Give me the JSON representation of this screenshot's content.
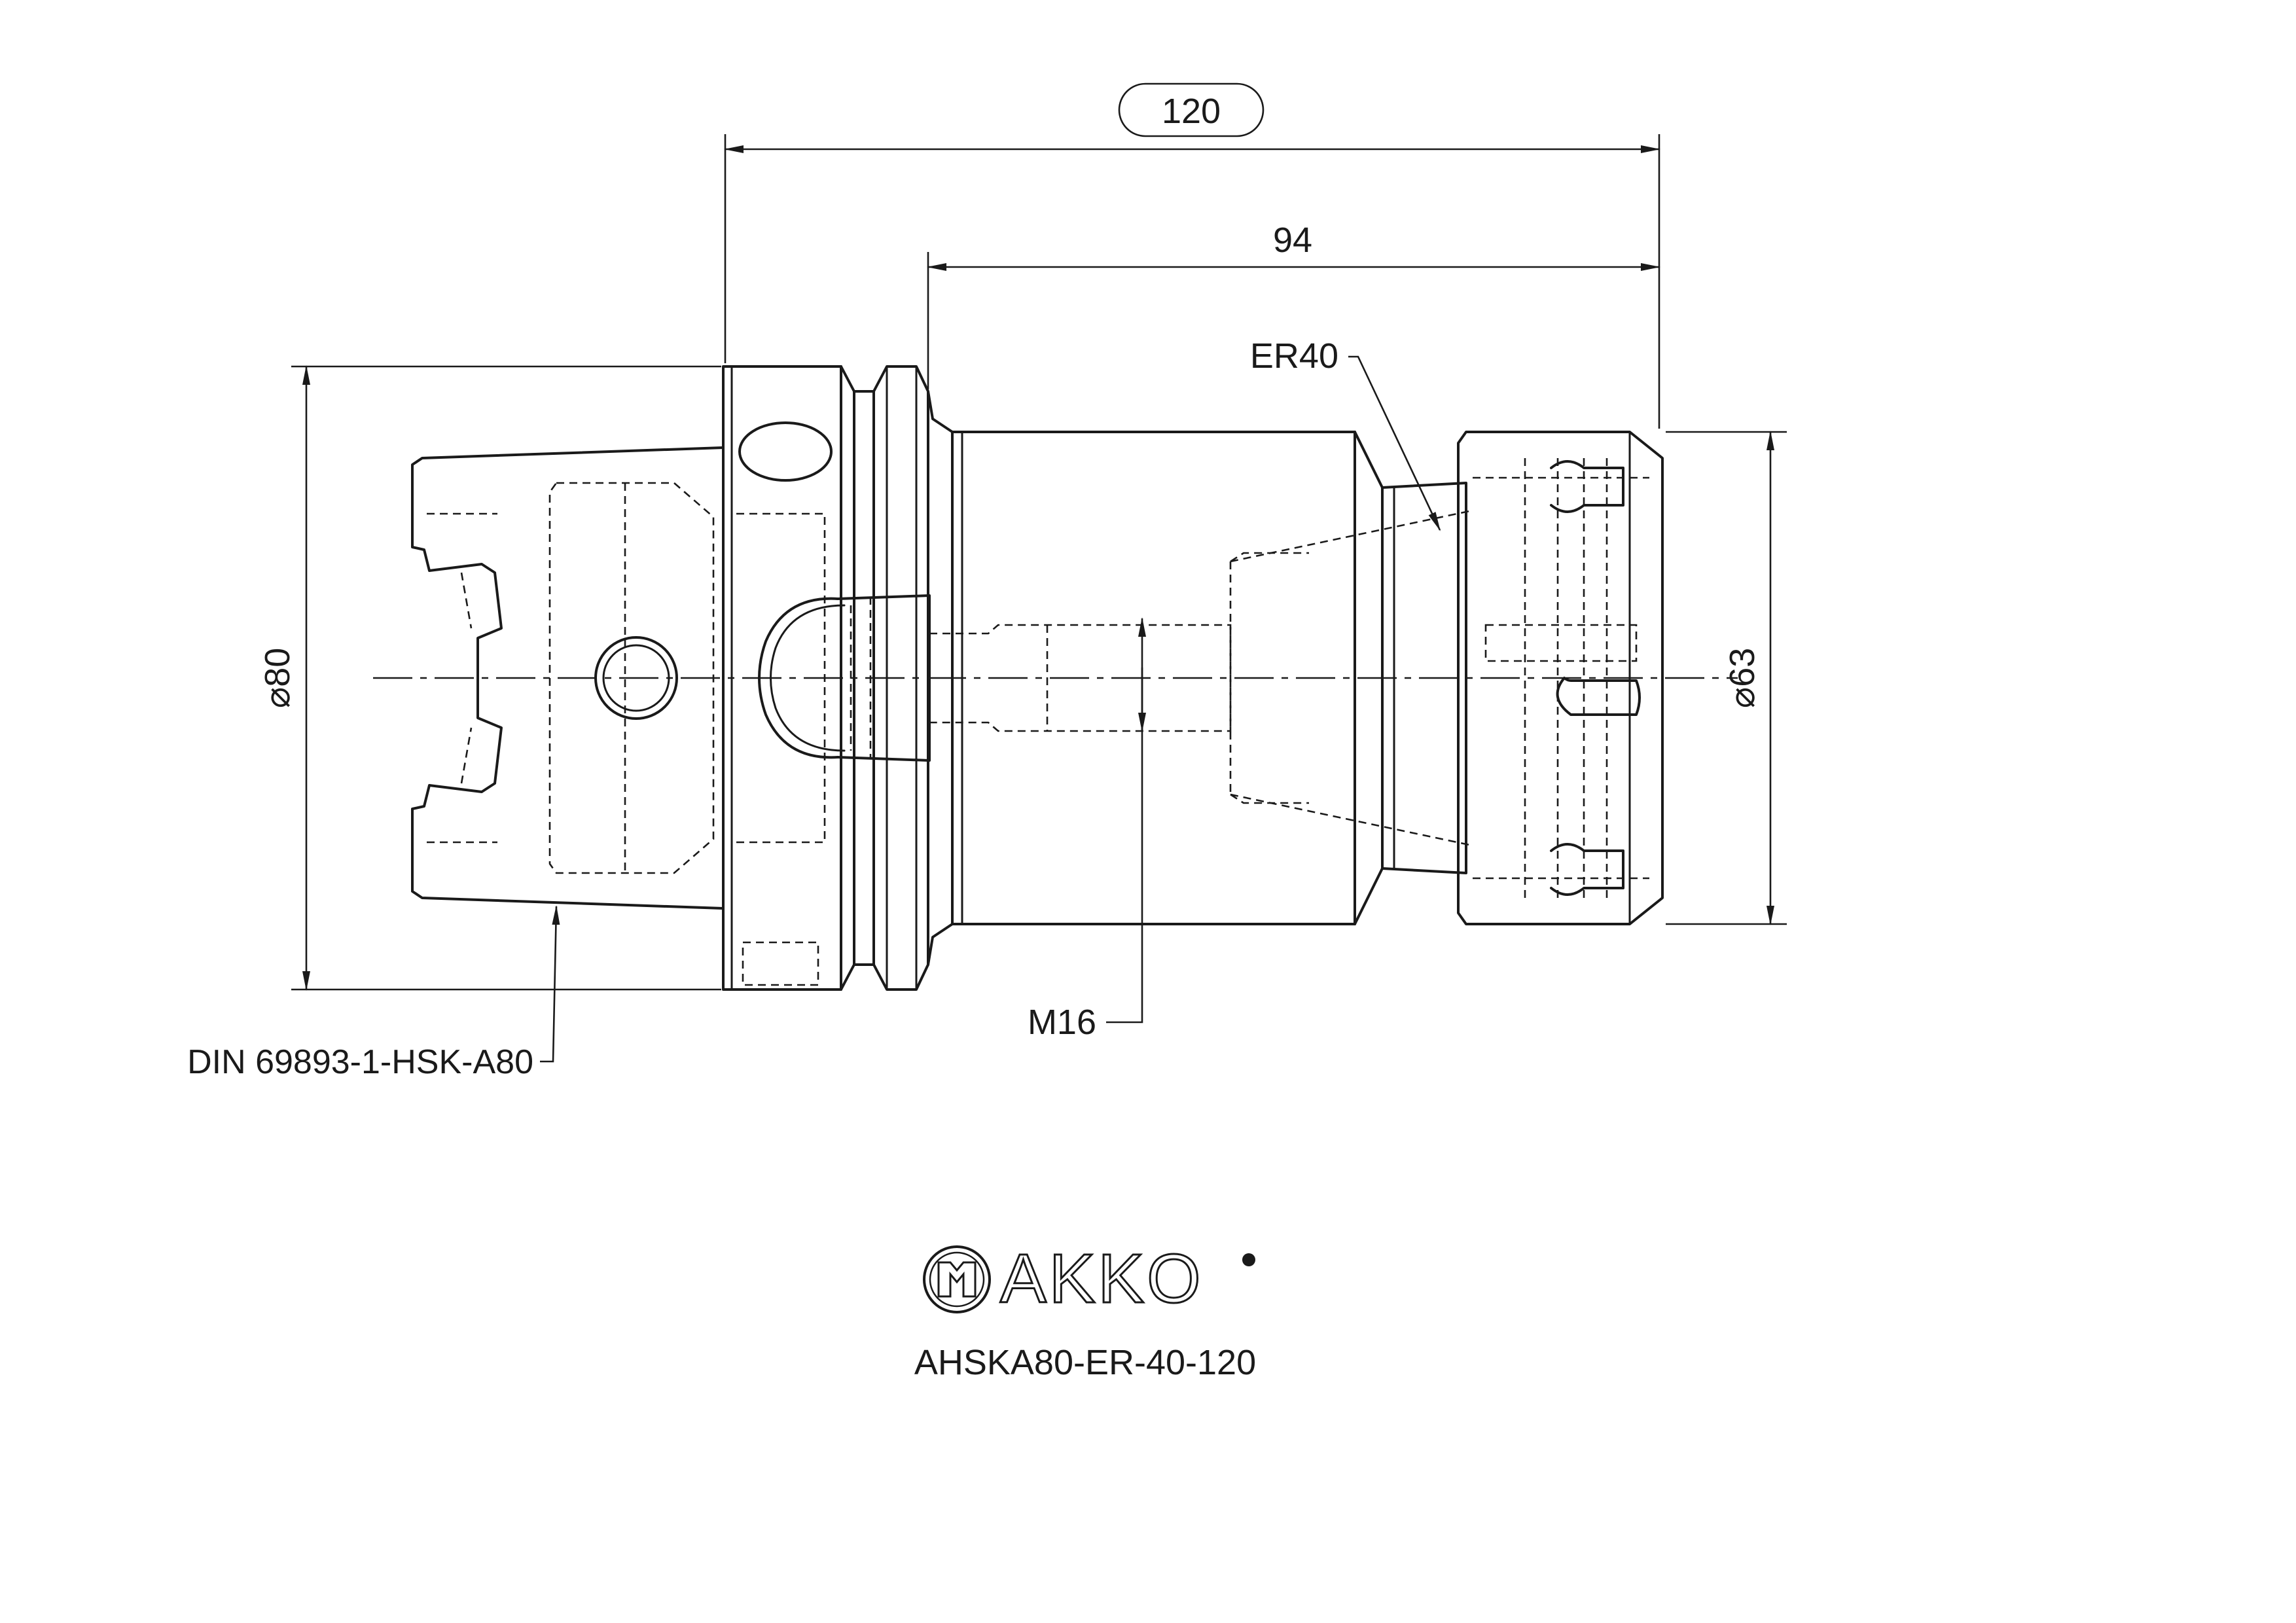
{
  "dimensions": {
    "overall_length": "120",
    "length_from_flange": "94",
    "flange_diameter": "⌀80",
    "nut_diameter": "⌀63",
    "collet_type": "ER40",
    "thread": "M16"
  },
  "callouts": {
    "standard": "DIN 69893-1-HSK-A80"
  },
  "title_block": {
    "brand": "AKKO",
    "part_number": "AHSKA80-ER-40-120"
  },
  "icons": {
    "logo": "akko-logo-icon"
  }
}
